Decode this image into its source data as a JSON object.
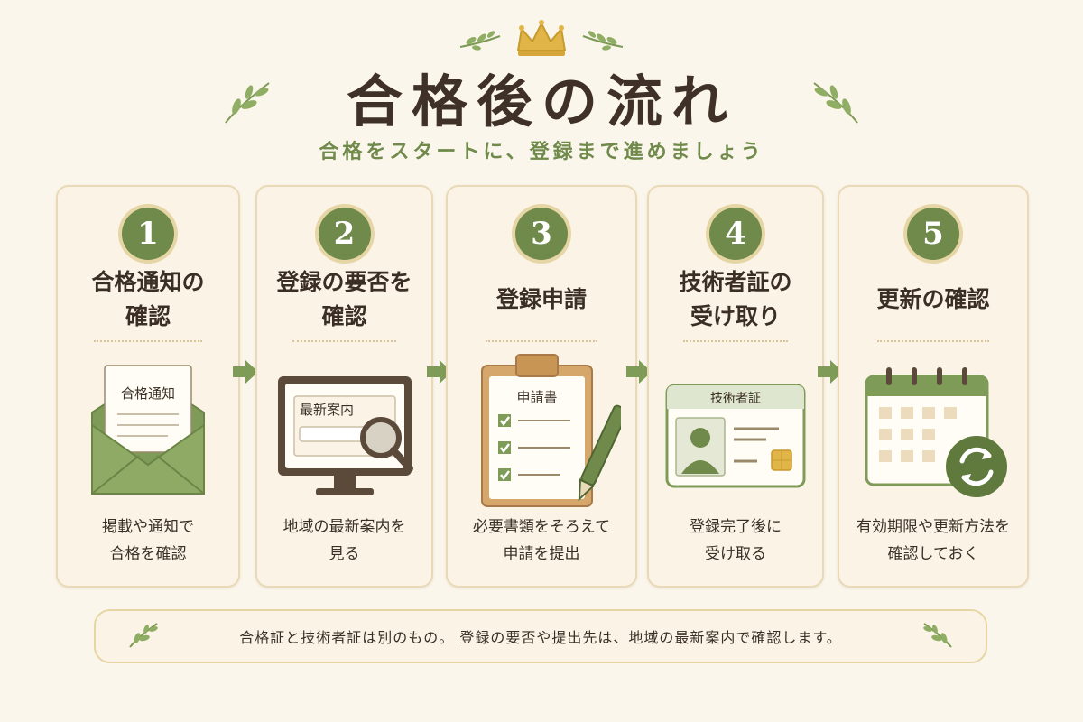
{
  "header": {
    "title": "合格後の流れ",
    "subtitle": "合格をスタートに、登録まで進めましょう"
  },
  "colors": {
    "accent": "#6f8a4a",
    "card_border": "#ead9b6",
    "background": "#fbf6ec",
    "text": "#3b2f25"
  },
  "steps": [
    {
      "number": "1",
      "title": "合格通知の\n確認",
      "icon": "envelope-notice-icon",
      "illus_label": "合格通知",
      "description": "掲載や通知で\n合格を確認"
    },
    {
      "number": "2",
      "title": "登録の要否を\n確認",
      "icon": "monitor-magnifier-icon",
      "illus_label": "最新案内",
      "description": "地域の最新案内を\n見る"
    },
    {
      "number": "3",
      "title": "登録申請",
      "icon": "clipboard-checklist-icon",
      "illus_label": "申請書",
      "description": "必要書類をそろえて\n申請を提出"
    },
    {
      "number": "4",
      "title": "技術者証の\n受け取り",
      "icon": "id-card-icon",
      "illus_label": "技術者証",
      "description": "登録完了後に\n受け取る"
    },
    {
      "number": "5",
      "title": "更新の確認",
      "icon": "calendar-renew-icon",
      "illus_label": "",
      "description": "有効期限や更新方法を\n確認しておく"
    }
  ],
  "note": {
    "text": "合格証と技術者証は別のもの。 登録の要否や提出先は、地域の最新案内で確認します。"
  }
}
